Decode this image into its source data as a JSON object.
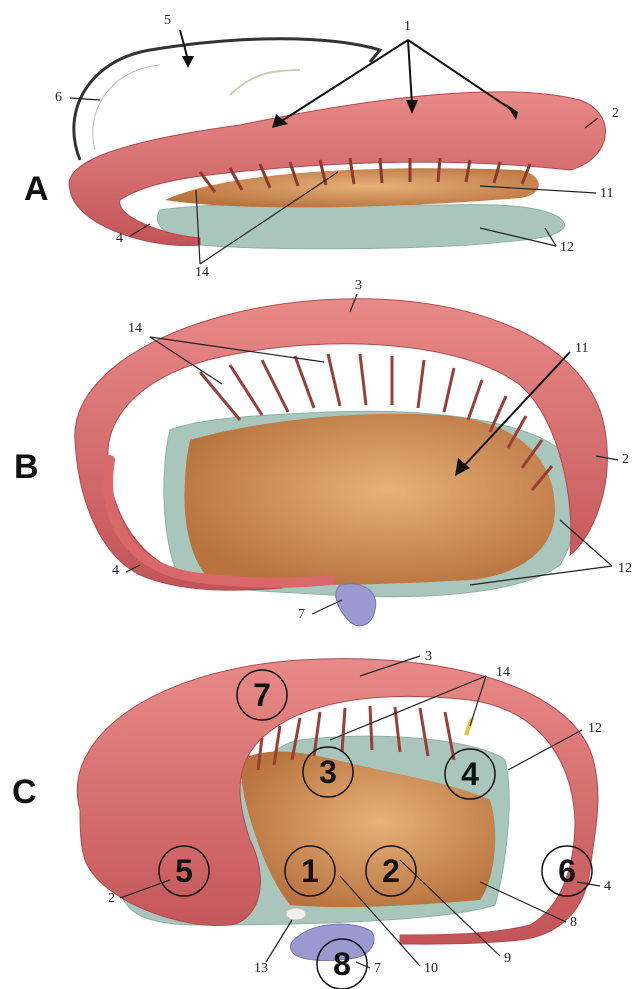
{
  "panels": {
    "a": {
      "letter": "A"
    },
    "b": {
      "letter": "B"
    },
    "c": {
      "letter": "C"
    }
  },
  "labels_a": {
    "l1": "1",
    "l2": "2",
    "l4": "4",
    "l5": "5",
    "l6": "6",
    "l11": "11",
    "l12": "12",
    "l14": "14"
  },
  "labels_b": {
    "l2": "2",
    "l3": "3",
    "l4": "4",
    "l7": "7",
    "l11": "11",
    "l12": "12",
    "l14": "14"
  },
  "labels_c": {
    "l2": "2",
    "l3": "3",
    "l4": "4",
    "l7": "7",
    "l8": "8",
    "l9": "9",
    "l10": "10",
    "l12": "12",
    "l13": "13",
    "l14": "14"
  },
  "circled": [
    "1",
    "2",
    "3",
    "4",
    "5",
    "6",
    "7",
    "8"
  ],
  "colors": {
    "muscle": "#d9686a",
    "muscle_dark": "#b84a4e",
    "velum": "#c8844e",
    "velum_light": "#e0a46a",
    "mantle": "#a9c6bc",
    "bone": "#9a9ad0"
  }
}
